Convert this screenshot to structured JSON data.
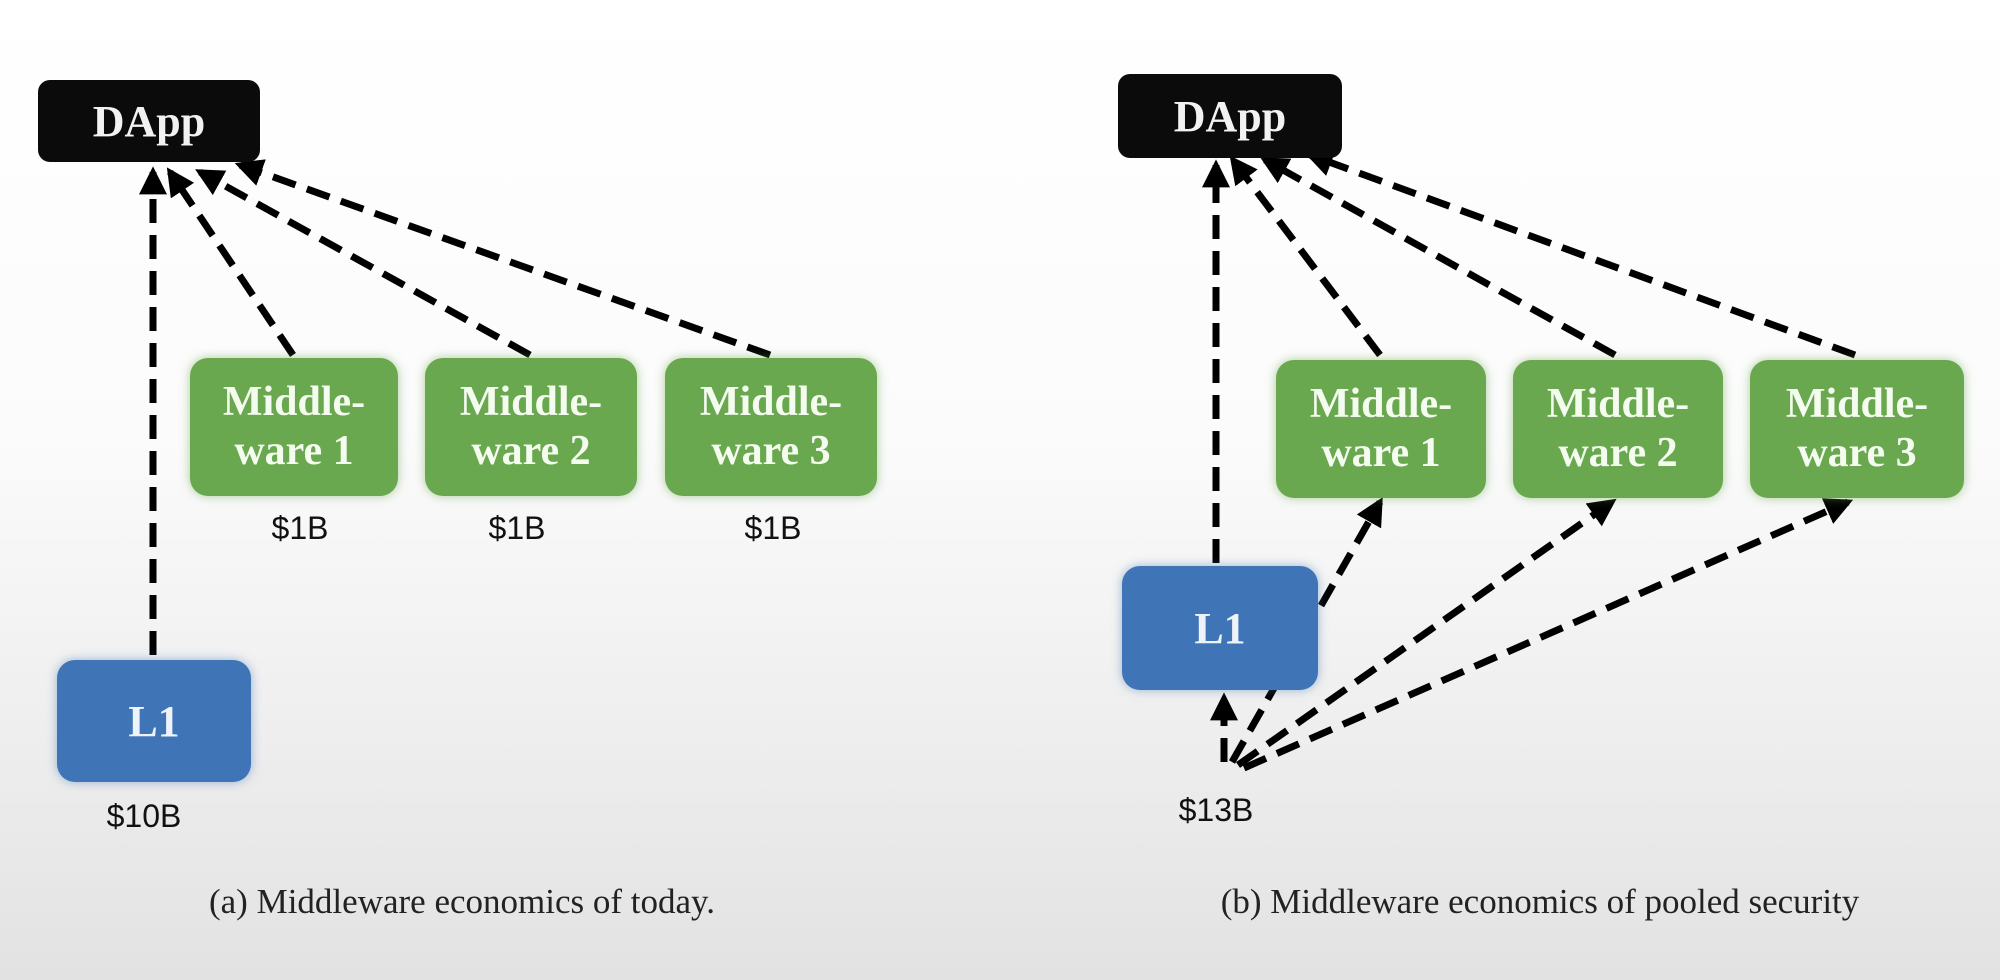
{
  "panel_a": {
    "dapp": "DApp",
    "middleware": [
      {
        "line1": "Middle-",
        "line2": "ware 1",
        "value": "$1B"
      },
      {
        "line1": "Middle-",
        "line2": "ware 2",
        "value": "$1B"
      },
      {
        "line1": "Middle-",
        "line2": "ware 3",
        "value": "$1B"
      }
    ],
    "l1": "L1",
    "l1_value": "$10B",
    "caption": "(a) Middleware economics of today."
  },
  "panel_b": {
    "dapp": "DApp",
    "middleware": [
      {
        "line1": "Middle-",
        "line2": "ware 1"
      },
      {
        "line1": "Middle-",
        "line2": "ware 2"
      },
      {
        "line1": "Middle-",
        "line2": "ware 3"
      }
    ],
    "l1": "L1",
    "pool_value": "$13B",
    "caption": "(b) Middleware economics of pooled security"
  },
  "colors": {
    "dapp": "#0b0b0b",
    "middleware": "#6aa84f",
    "l1": "#3f74b6",
    "arrow": "#000000"
  }
}
